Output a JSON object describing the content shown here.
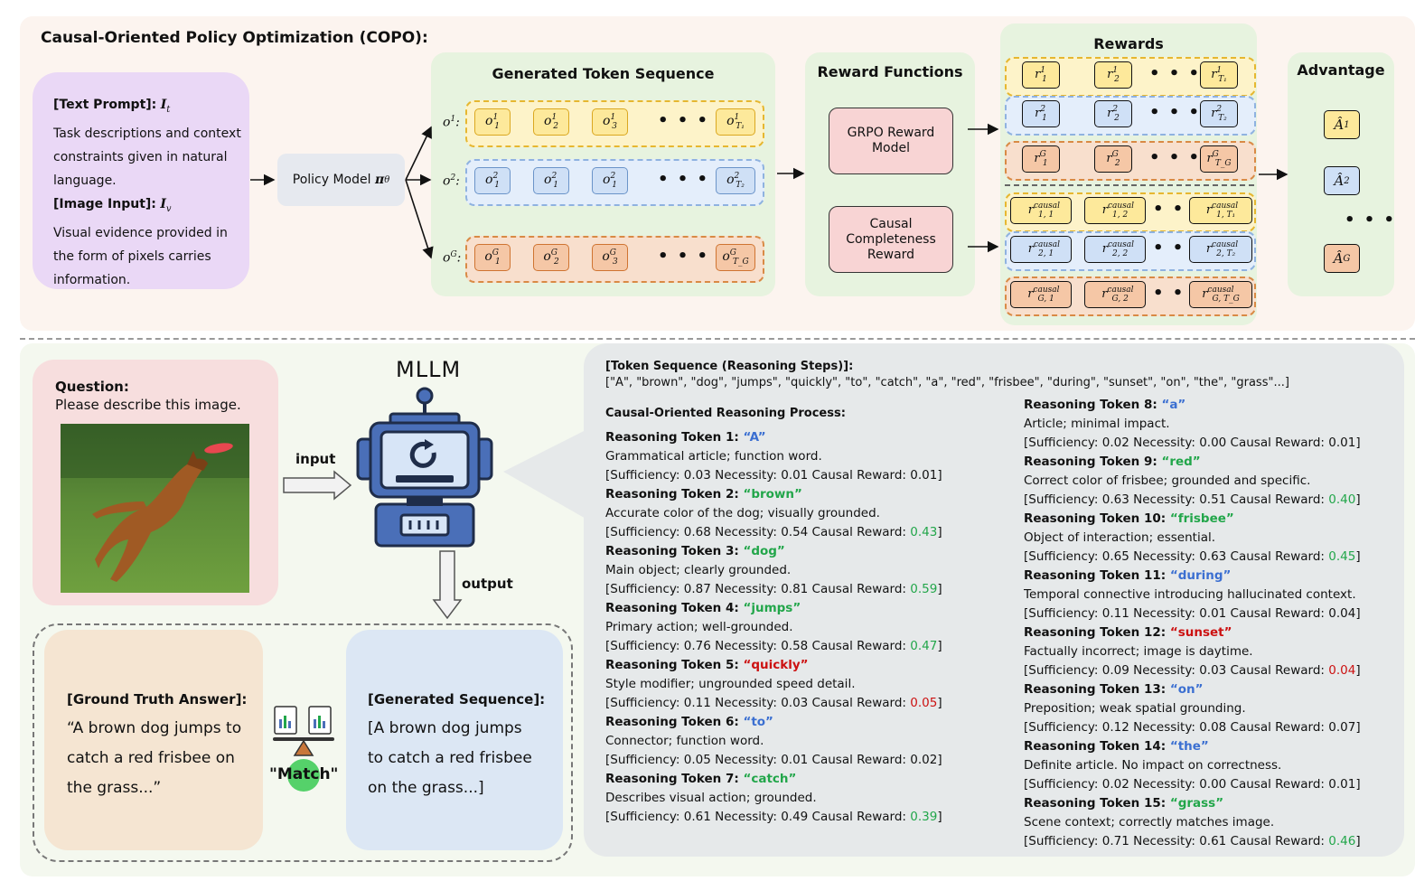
{
  "title": "Causal-Oriented Policy Optimization (COPO):",
  "prompt": {
    "text_label": "[Text Prompt]:",
    "text_symbol": "I",
    "text_symbol_sub": "t",
    "text_desc": "Task descriptions and context constraints given in natural language.",
    "image_label": "[Image Input]:",
    "image_symbol": "I",
    "image_symbol_sub": "v",
    "image_desc": "Visual evidence provided in the form of pixels carries information."
  },
  "policy_model": {
    "label": "Policy Model",
    "symbol": "π",
    "symbol_sub": "θ"
  },
  "generated": {
    "title": "Generated Token Sequence",
    "dots": "• • •",
    "rows": [
      {
        "label": "o",
        "sup": "1",
        "tokens": [
          [
            "o",
            "1",
            "1"
          ],
          [
            "o",
            "1",
            "2"
          ],
          [
            "o",
            "1",
            "3"
          ]
        ],
        "last": [
          "o",
          "1",
          "T₁"
        ]
      },
      {
        "label": "o",
        "sup": "2",
        "tokens": [
          [
            "o",
            "2",
            "1"
          ],
          [
            "o",
            "2",
            "1"
          ],
          [
            "o",
            "2",
            "1"
          ]
        ],
        "last": [
          "o",
          "2",
          "T₂"
        ]
      },
      {
        "label": "o",
        "sup": "G",
        "tokens": [
          [
            "o",
            "G",
            "1"
          ],
          [
            "o",
            "G",
            "2"
          ],
          [
            "o",
            "G",
            "3"
          ]
        ],
        "last": [
          "o",
          "G",
          "T_G"
        ]
      }
    ]
  },
  "reward_functions": {
    "title": "Reward Functions",
    "grpo": "GRPO Reward Model",
    "causal": "Causal Completeness Reward"
  },
  "rewards": {
    "title": "Rewards",
    "rows": [
      {
        "tokens": [
          [
            "r",
            "1",
            "1"
          ],
          [
            "r",
            "1",
            "2"
          ]
        ],
        "last": [
          "r",
          "1",
          "T₁"
        ]
      },
      {
        "tokens": [
          [
            "r",
            "2",
            "1"
          ],
          [
            "r",
            "2",
            "2"
          ]
        ],
        "last": [
          "r",
          "2",
          "T₂"
        ]
      },
      {
        "tokens": [
          [
            "r",
            "G",
            "1"
          ],
          [
            "r",
            "G",
            "2"
          ]
        ],
        "last": [
          "r",
          "G",
          "T_G"
        ]
      }
    ],
    "causal_rows": [
      {
        "tokens": [
          [
            "r",
            "causal",
            "1, 1"
          ],
          [
            "r",
            "causal",
            "1, 2"
          ]
        ],
        "last": [
          "r",
          "causal",
          "1, T₁"
        ]
      },
      {
        "tokens": [
          [
            "r",
            "causal",
            "2, 1"
          ],
          [
            "r",
            "causal",
            "2, 2"
          ]
        ],
        "last": [
          "r",
          "causal",
          "2, T₂"
        ]
      },
      {
        "tokens": [
          [
            "r",
            "causal",
            "G, 1"
          ],
          [
            "r",
            "causal",
            "G, 2"
          ]
        ],
        "last": [
          "r",
          "causal",
          "G, T_G"
        ]
      }
    ]
  },
  "advantage": {
    "title": "Advantage",
    "items": [
      [
        "Â",
        "1"
      ],
      [
        "Â",
        "2"
      ],
      [
        "Â",
        "G"
      ]
    ]
  },
  "question": {
    "title": "Question:",
    "text": "Please describe this image."
  },
  "mllm": {
    "title": "MLLM",
    "input_label": "input",
    "output_label": "output"
  },
  "ground_truth": {
    "title": "[Ground Truth Answer]:",
    "lines": [
      "“A brown dog jumps to",
      "catch a red frisbee on",
      "the grass...”"
    ]
  },
  "match_label": "\"Match\"",
  "generated_sequence": {
    "title": "[Generated Sequence]:",
    "lines": [
      "[A brown dog jumps",
      "to catch a red frisbee",
      "on the grass...]"
    ]
  },
  "token_sequence": {
    "title": "[Token Sequence (Reasoning Steps)]:",
    "text": "[\"A\", \"brown\", \"dog\", \"jumps\", \"quickly\", \"to\", \"catch\", \"a\", \"red\", \"frisbee\", \"during\", \"sunset\", \"on\", \"the\", \"grass\"...]"
  },
  "reasoning_title": "Causal-Oriented Reasoning Process:",
  "colors": {
    "grounded": "#22a64a",
    "function": "#3b6fd1",
    "hallucinated": "#cc1111"
  },
  "reasoning_tokens": [
    {
      "head": "Reasoning Token 1:",
      "token": "“A”",
      "kind": "function",
      "desc": "Grammatical article; function word.",
      "suff": "0.03",
      "nec": "0.01",
      "reward": "0.01",
      "reward_kind": "plain"
    },
    {
      "head": "Reasoning Token 2:",
      "token": "“brown”",
      "kind": "grounded",
      "desc": "Accurate color of the dog; visually grounded.",
      "suff": "0.68",
      "nec": "0.54",
      "reward": "0.43",
      "reward_kind": "grounded"
    },
    {
      "head": "Reasoning Token 3:",
      "token": "“dog”",
      "kind": "grounded",
      "desc": "Main object; clearly grounded.",
      "suff": "0.87",
      "nec": "0.81",
      "reward": "0.59",
      "reward_kind": "grounded"
    },
    {
      "head": "Reasoning Token 4:",
      "token": "“jumps”",
      "kind": "grounded",
      "desc": "Primary action; well-grounded.",
      "suff": "0.76",
      "nec": "0.58",
      "reward": "0.47",
      "reward_kind": "grounded"
    },
    {
      "head": "Reasoning Token 5:",
      "token": "“quickly”",
      "kind": "hallucinated",
      "desc": "Style modifier; ungrounded speed detail.",
      "suff": "0.11",
      "nec": "0.03",
      "reward": "0.05",
      "reward_kind": "hallucinated"
    },
    {
      "head": "Reasoning Token 6:",
      "token": "“to”",
      "kind": "function",
      "desc": "Connector; function word.",
      "suff": "0.05",
      "nec": "0.01",
      "reward": "0.02",
      "reward_kind": "plain"
    },
    {
      "head": "Reasoning Token 7:",
      "token": "“catch”",
      "kind": "grounded",
      "desc": "Describes visual action; grounded.",
      "suff": "0.61",
      "nec": "0.49",
      "reward": "0.39",
      "reward_kind": "grounded"
    },
    {
      "head": "Reasoning Token 8:",
      "token": "“a”",
      "kind": "function",
      "desc": "Article; minimal impact.",
      "suff": "0.02",
      "nec": "0.00",
      "reward": "0.01",
      "reward_kind": "plain"
    },
    {
      "head": "Reasoning Token 9:",
      "token": "“red”",
      "kind": "grounded",
      "desc": "Correct color of frisbee; grounded and specific.",
      "suff": "0.63",
      "nec": "0.51",
      "reward": "0.40",
      "reward_kind": "grounded"
    },
    {
      "head": "Reasoning Token 10:",
      "token": "“frisbee”",
      "kind": "grounded",
      "desc": "Object of interaction; essential.",
      "suff": "0.65",
      "nec": "0.63",
      "reward": "0.45",
      "reward_kind": "grounded"
    },
    {
      "head": "Reasoning Token 11:",
      "token": "“during”",
      "kind": "function",
      "desc": "Temporal connective introducing hallucinated context.",
      "suff": "0.11",
      "nec": "0.01",
      "reward": "0.04",
      "reward_kind": "plain"
    },
    {
      "head": "Reasoning Token 12:",
      "token": "“sunset”",
      "kind": "hallucinated",
      "desc": "Factually incorrect; image is daytime.",
      "suff": "0.09",
      "nec": "0.03",
      "reward": "0.04",
      "reward_kind": "hallucinated"
    },
    {
      "head": "Reasoning Token 13:",
      "token": "“on”",
      "kind": "function",
      "desc": "Preposition; weak spatial grounding.",
      "suff": "0.12",
      "nec": "0.08",
      "reward": "0.07",
      "reward_kind": "plain"
    },
    {
      "head": "Reasoning Token 14:",
      "token": "“the”",
      "kind": "function",
      "desc": "Definite article. No impact on correctness.",
      "suff": "0.02",
      "nec": "0.00",
      "reward": "0.01",
      "reward_kind": "plain"
    },
    {
      "head": "Reasoning Token 15:",
      "token": "“grass”",
      "kind": "grounded",
      "desc": "Scene context; correctly matches image.",
      "suff": "0.71",
      "nec": "0.61",
      "reward": "0.46",
      "reward_kind": "grounded"
    }
  ],
  "metric_labels": {
    "open": "[Sufficiency: ",
    "nec": "  Necessity: ",
    "reward": "  Causal Reward: ",
    "close": "]"
  }
}
